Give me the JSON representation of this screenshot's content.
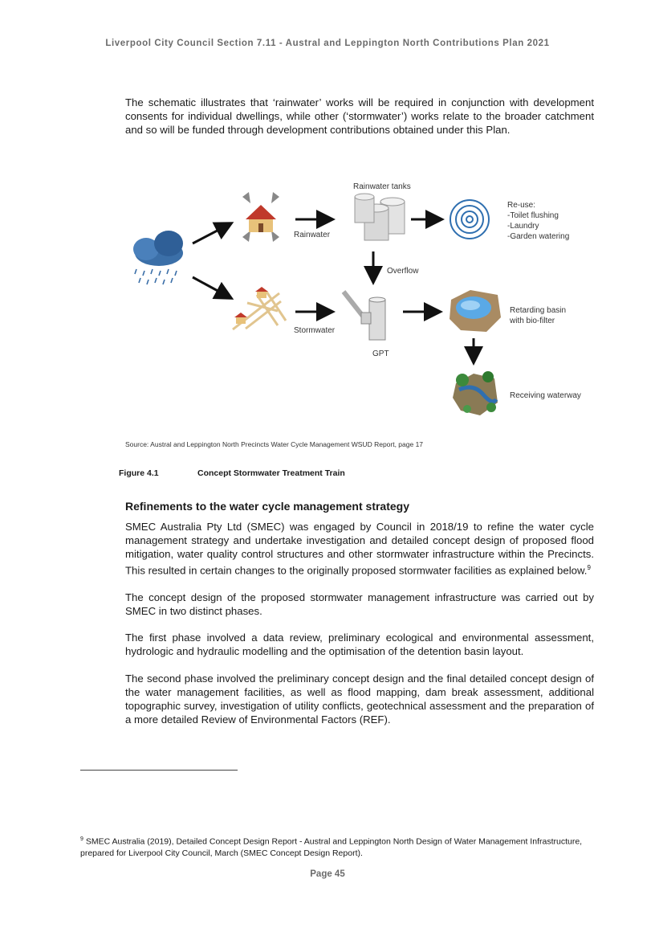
{
  "header": {
    "title": "Liverpool City Council Section 7.11 - Austral and Leppington North Contributions Plan 2021"
  },
  "intro_paragraph": "The schematic illustrates that ‘rainwater’ works will be required in conjunction with development consents for individual dwellings, while other (‘stormwater’) works relate to the broader catchment and so will be funded through development contributions obtained under this Plan.",
  "diagram": {
    "labels": {
      "rainwater_tanks": "Rainwater tanks",
      "rainwater": "Rainwater",
      "reuse_title": "Re-use:",
      "reuse_items": [
        "-Toilet flushing",
        "-Laundry",
        "-Garden watering"
      ],
      "overflow": "Overflow",
      "stormwater": "Stormwater",
      "gpt": "GPT",
      "retarding_line1": "Retarding basin",
      "retarding_line2": "with bio-filter",
      "receiving_waterway": "Receiving waterway"
    },
    "colors": {
      "arrow": "#111111",
      "roof": "#c0392b",
      "house_wall": "#e8c27a",
      "cloud": "#3b6fa8",
      "tank": "#d8d8d8",
      "ripple": "#2f6fb0",
      "basin_water": "#5aa9e6",
      "basin_soil": "#a98b63",
      "tree": "#3c8a3c"
    },
    "icons": [
      "cloud-rain-icon",
      "house-icon",
      "rainwater-tanks-icon",
      "water-ripple-icon",
      "stormwater-network-icon",
      "gpt-pit-icon",
      "retarding-basin-icon",
      "waterway-icon"
    ]
  },
  "figure": {
    "source": "Source: Austral and Leppington North Precincts Water Cycle Management WSUD Report, page 17",
    "number": "Figure 4.1",
    "title": "Concept Stormwater Treatment Train"
  },
  "section": {
    "heading": "Refinements to the water cycle management strategy",
    "p1": "SMEC Australia Pty Ltd (SMEC) was engaged by Council in 2018/19 to refine the water cycle management strategy and undertake investigation and detailed concept design of proposed flood mitigation, water quality control structures and other stormwater infrastructure within the Precincts. This resulted in certain changes to the originally proposed stormwater facilities as explained below.",
    "p1_ref": "9",
    "p2": "The concept design of the proposed stormwater management infrastructure was carried out by SMEC in two distinct phases.",
    "p3": "The first phase involved a data review, preliminary ecological and environmental assessment, hydrologic and hydraulic modelling and the optimisation of the detention basin layout.",
    "p4": "The second phase involved the preliminary concept design and the final detailed concept design of the water management facilities, as well as flood mapping, dam break assessment, additional topographic survey, investigation of utility conflicts, geotechnical assessment and the preparation of a more detailed Review of Environmental Factors (REF)."
  },
  "footnote": {
    "ref": "9",
    "text": " SMEC Australia (2019), Detailed Concept Design Report - Austral and Leppington North Design of Water Management Infrastructure, prepared for Liverpool City Council, March (SMEC Concept Design Report)."
  },
  "page": {
    "number": "Page 45"
  }
}
